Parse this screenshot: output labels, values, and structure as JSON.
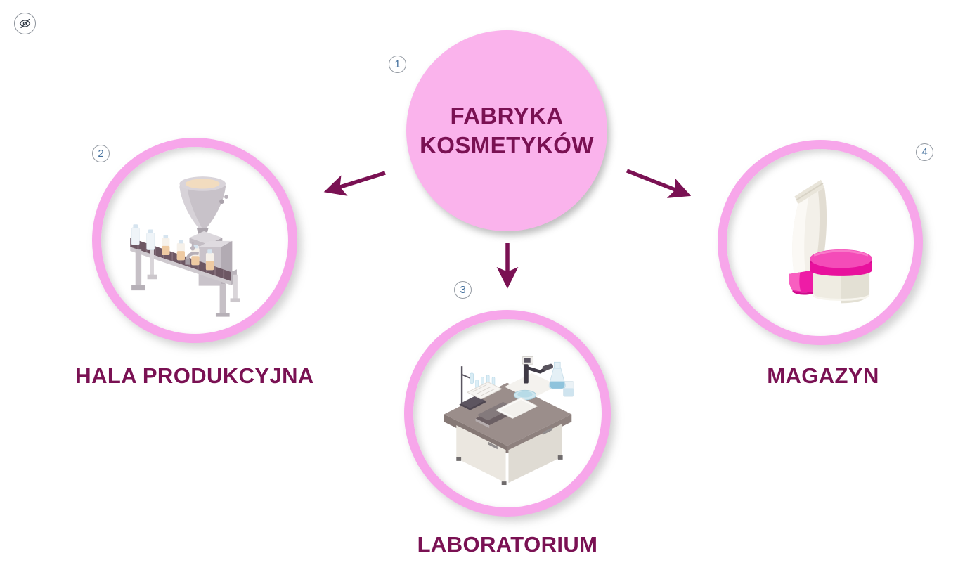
{
  "controls": {
    "hide_button_icon": "eye-off"
  },
  "diagram": {
    "center": {
      "badge": "1",
      "title": "FABRYKA KOSMETYKÓW"
    },
    "nodes": [
      {
        "badge": "2",
        "label": "HALA PRODUKCYJNA",
        "icon": "filling-machine"
      },
      {
        "badge": "3",
        "label": "LABORATORIUM",
        "icon": "laboratory-bench"
      },
      {
        "badge": "4",
        "label": "MAGAZYN",
        "icon": "cosmetic-products"
      }
    ],
    "colors": {
      "center_fill": "#fab3ec",
      "ring": "#f7a6ea",
      "text": "#7a1153",
      "arrow": "#7a1153",
      "badge_number": "#44709d",
      "badge_border": "#959ba3",
      "background": "#ffffff"
    }
  }
}
